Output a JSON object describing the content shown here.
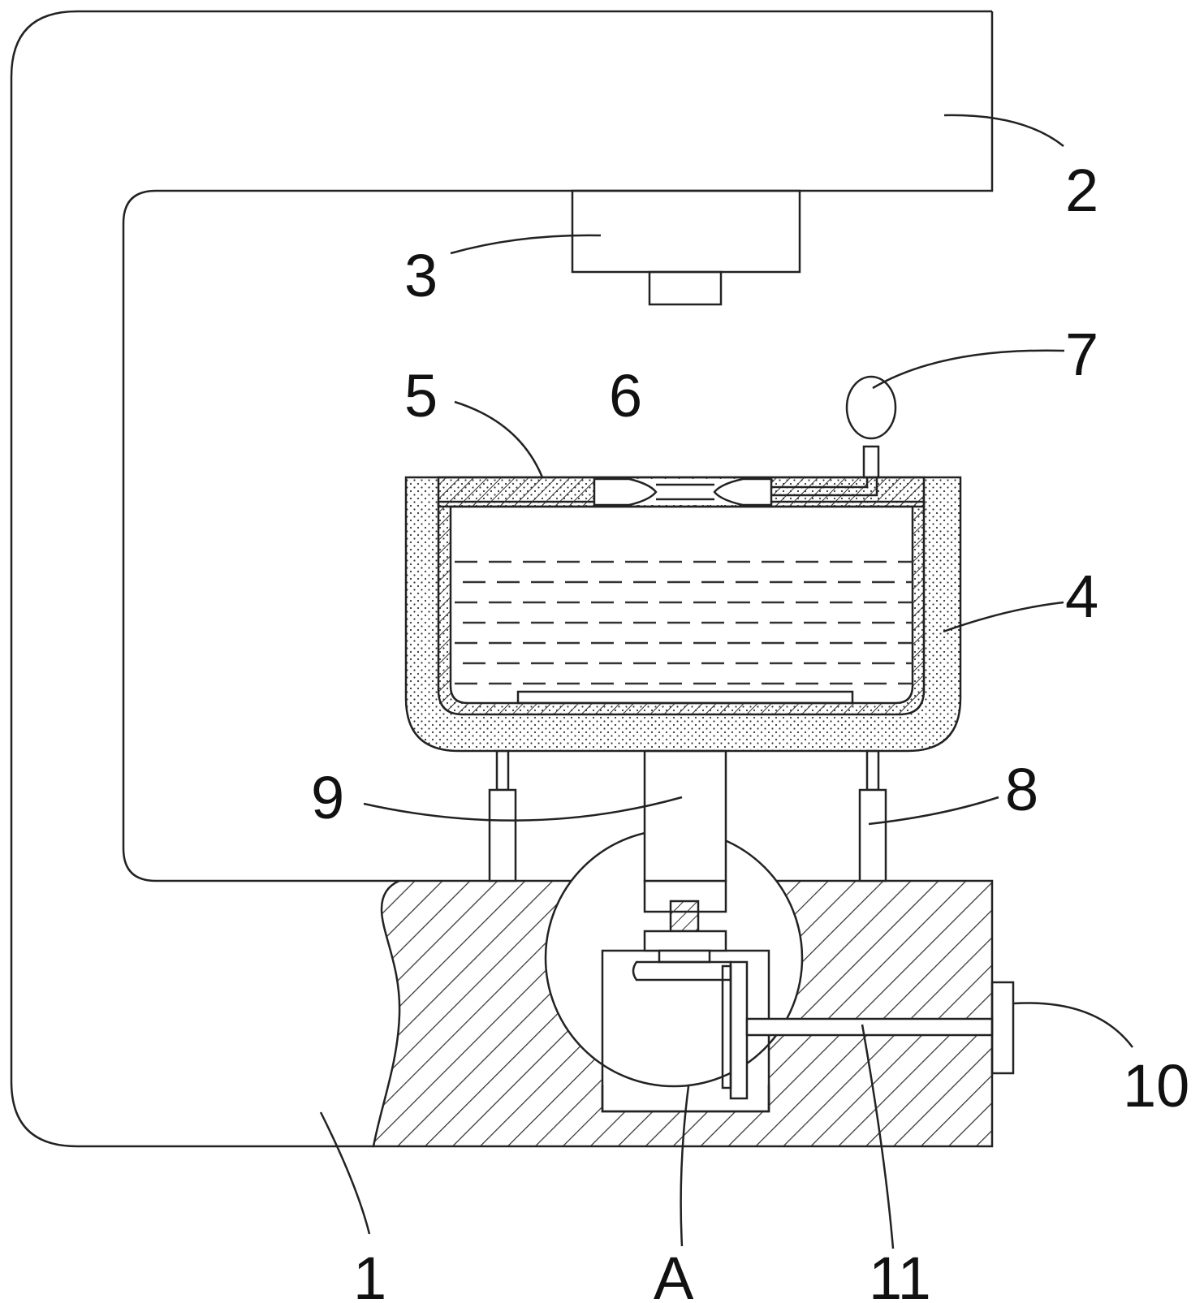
{
  "labels": {
    "l1": "1",
    "l2": "2",
    "l3": "3",
    "l4": "4",
    "l5": "5",
    "l6": "6",
    "l7": "7",
    "l8": "8",
    "l9": "9",
    "l10": "10",
    "l11": "11",
    "lA": "A"
  },
  "colors": {
    "line": "#222222",
    "background": "#ffffff"
  }
}
